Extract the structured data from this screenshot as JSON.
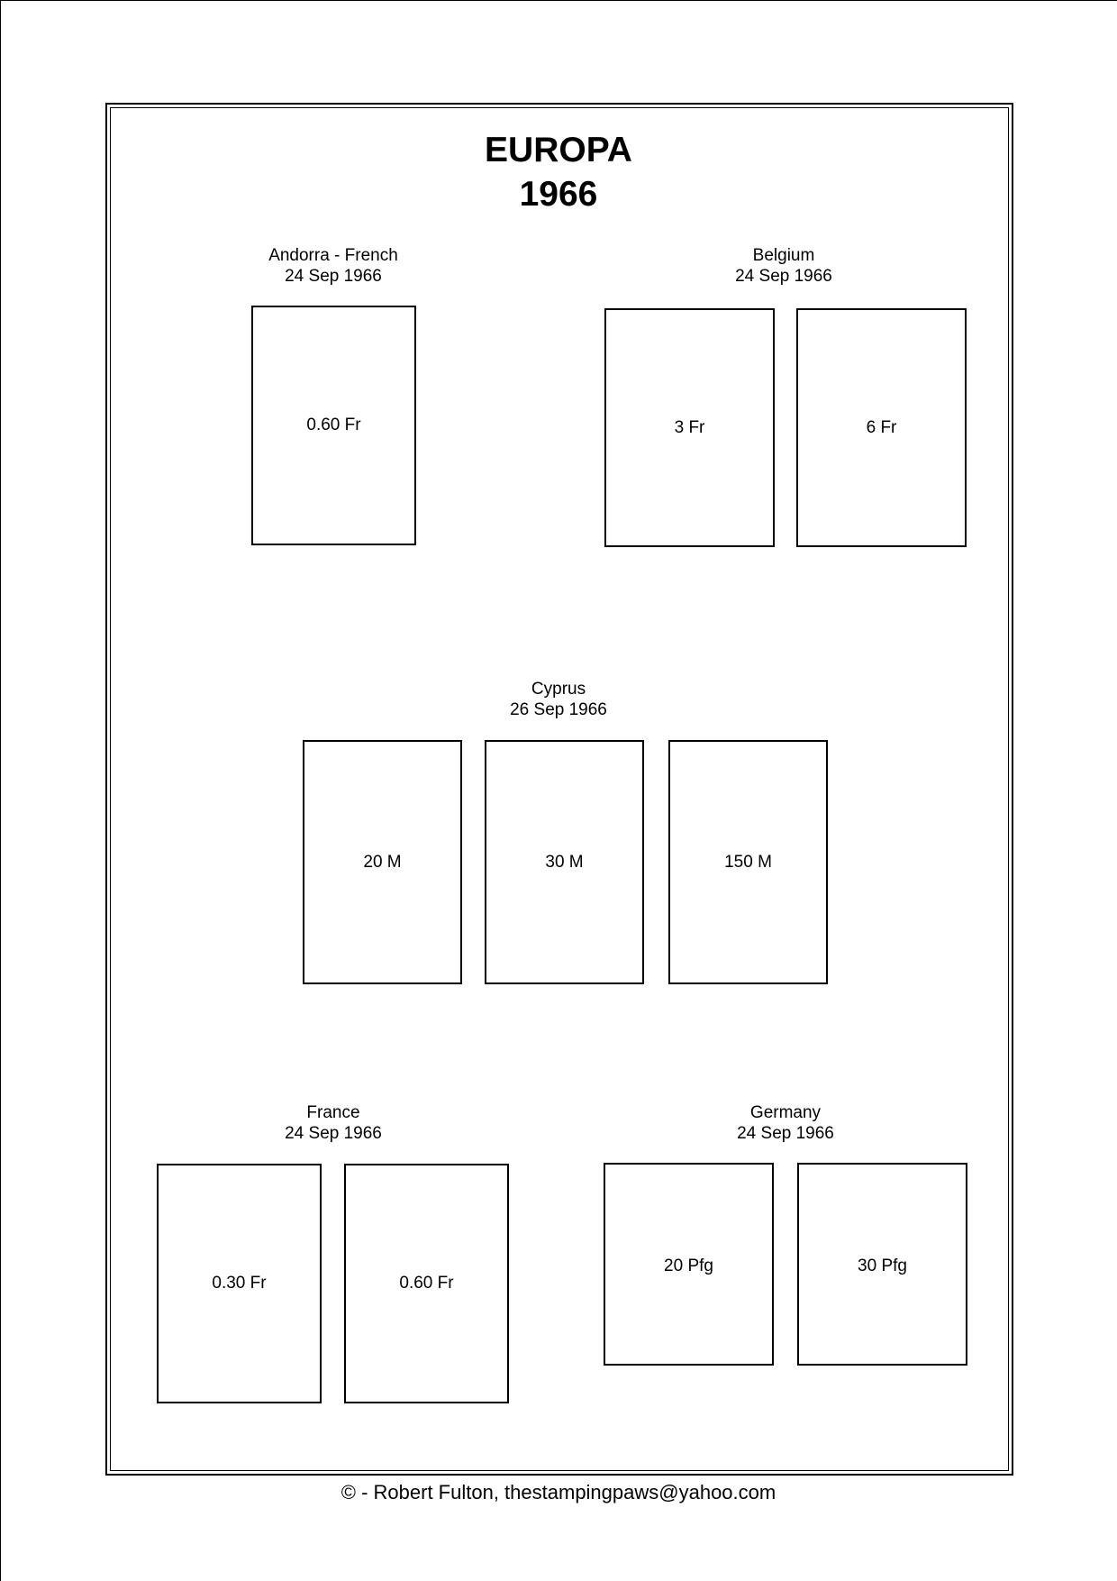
{
  "title": {
    "line1": "EUROPA",
    "line2": "1966"
  },
  "groups": [
    {
      "country": "Andorra - French",
      "date": "24 Sep 1966",
      "stamps": [
        "0.60 Fr"
      ]
    },
    {
      "country": "Belgium",
      "date": "24 Sep 1966",
      "stamps": [
        "3 Fr",
        "6 Fr"
      ]
    },
    {
      "country": "Cyprus",
      "date": "26 Sep 1966",
      "stamps": [
        "20 M",
        "30 M",
        "150 M"
      ]
    },
    {
      "country": "France",
      "date": "24 Sep 1966",
      "stamps": [
        "0.30 Fr",
        "0.60 Fr"
      ]
    },
    {
      "country": "Germany",
      "date": "24 Sep 1966",
      "stamps": [
        "20 Pfg",
        "30 Pfg"
      ]
    }
  ],
  "footer": {
    "copyright": "© -  Robert Fulton, thestampingpaws@yahoo.com"
  }
}
